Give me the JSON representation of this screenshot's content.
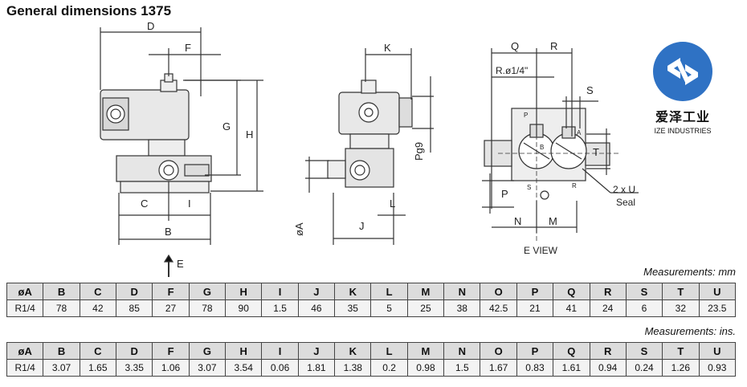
{
  "title": "General dimensions 1375",
  "drawing": {
    "labels": {
      "D": "D",
      "F": "F",
      "G": "G",
      "H": "H",
      "C": "C",
      "I": "I",
      "B": "B",
      "E": "E",
      "K": "K",
      "Pg9": "Pg9",
      "J": "J",
      "L": "L",
      "oA": "øA",
      "Q": "Q",
      "R": "R",
      "Rthread": "R.ø1/4\"",
      "S": "S",
      "T": "T",
      "P": "P",
      "N": "N",
      "M": "M",
      "U": "2 x U",
      "Seal": "Seal",
      "EView": "E VIEW",
      "portP": "P",
      "portA": "A",
      "portB": "B",
      "portR": "R",
      "portS": "S"
    }
  },
  "logo": {
    "cn": "爱泽工业",
    "en": "IZE INDUSTRIES"
  },
  "mm_label": "Measurements: mm",
  "ins_label": "Measurements: ins.",
  "headers": [
    "øA",
    "B",
    "C",
    "D",
    "F",
    "G",
    "H",
    "I",
    "J",
    "K",
    "L",
    "M",
    "N",
    "O",
    "P",
    "Q",
    "R",
    "S",
    "T",
    "U"
  ],
  "mm_row": [
    "R1/4",
    "78",
    "42",
    "85",
    "27",
    "78",
    "90",
    "1.5",
    "46",
    "35",
    "5",
    "25",
    "38",
    "42.5",
    "21",
    "41",
    "24",
    "6",
    "32",
    "23.5"
  ],
  "ins_row": [
    "R1/4",
    "3.07",
    "1.65",
    "3.35",
    "1.06",
    "3.07",
    "3.54",
    "0.06",
    "1.81",
    "1.38",
    "0.2",
    "0.98",
    "1.5",
    "1.67",
    "0.83",
    "1.61",
    "0.94",
    "0.24",
    "1.26",
    "0.93"
  ]
}
